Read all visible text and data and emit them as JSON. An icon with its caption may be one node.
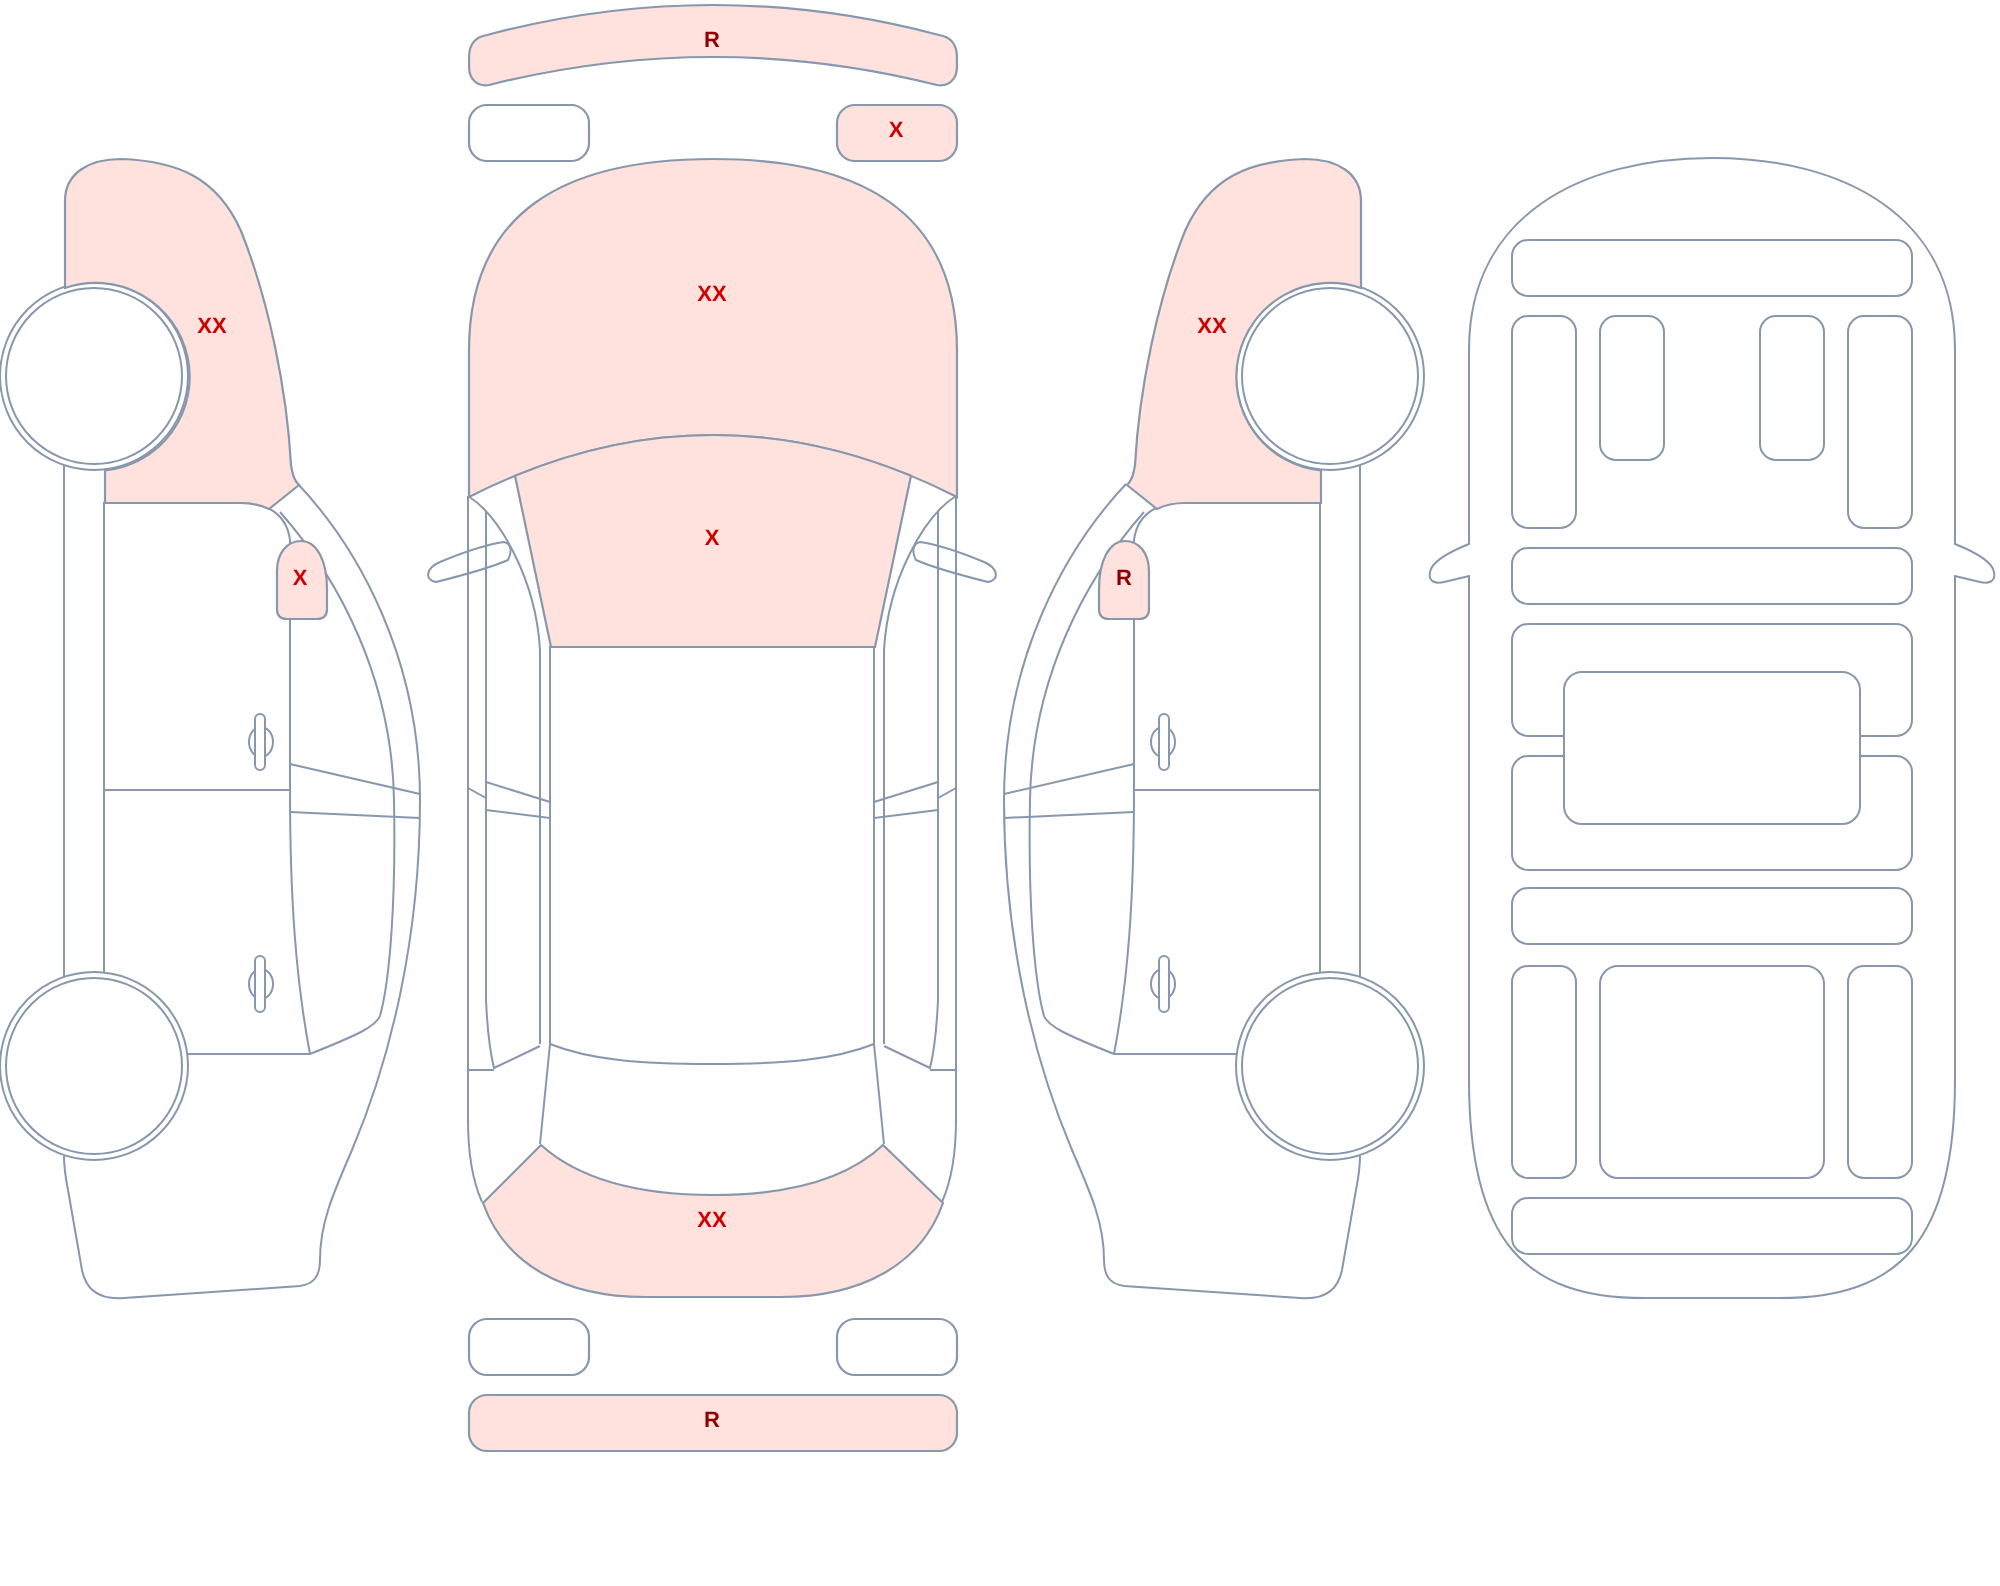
{
  "diagram": {
    "nodes": [
      {
        "text": [
          "R"
        ]
      },
      {
        "text": [],
        "shape": "box"
      },
      {
        "text": [
          "X"
        ]
      },
      {
        "text": [
          "XX"
        ]
      },
      {
        "text": [
          "XX"
        ]
      },
      {
        "text": [
          "XX"
        ]
      },
      {
        "text": [
          "X"
        ]
      },
      {
        "text": [
          "X"
        ]
      },
      {
        "text": [
          "R"
        ]
      },
      {
        "text": [
          "XX"
        ]
      },
      {
        "text": [],
        "shape": "box"
      },
      {
        "text": [],
        "shape": "box"
      },
      {
        "text": [
          "R"
        ]
      }
    ]
  }
}
